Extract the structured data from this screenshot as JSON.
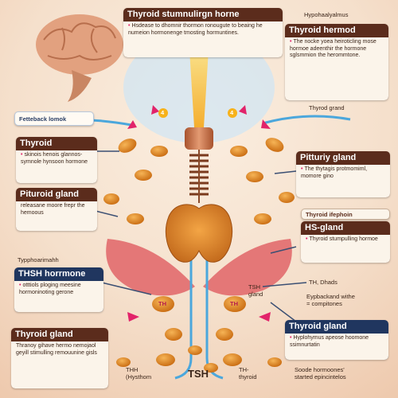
{
  "header": {
    "title": "Thyroid stumnulirgn horne",
    "body": "Hsdease to dhomnir thormon ronougute to beaing he numeion hormonenge tmosting hormuntines."
  },
  "label_hypothalamus": "Hypohaalyalmus",
  "thyroid_hormone_top": {
    "title": "Thyroid hermod",
    "body": "The nocke yoea heiroticling mose hormoe adeenthir the hormone sglsmmion the herommtone."
  },
  "label_feedback_loop": "Fetteback lomok",
  "label_thyroid_grand": "Thyrod grand",
  "thyroid_left": {
    "title": "Thyroid",
    "body": "skinois henois glannos-symnole hynsoon hormone"
  },
  "pituitary_right": {
    "title": "Pitturiy gland",
    "body": "The thytagis protmomiml, momore gino"
  },
  "pituitary_left": {
    "title": "Pituroid gland",
    "body": "releasane moore frepr the hemoous"
  },
  "thyroid_hormone_tag": "Thyroid ifephoin",
  "hs_gland": {
    "title": "HS-gland",
    "body": "Thyroid stumpulling hormoe"
  },
  "label_hypophorm": "Typphoarimahh",
  "thsh_hormone": {
    "title": "THSH horrmone",
    "body": "otttiols ploging meesine hormoninoting gerone"
  },
  "label_th_dhads": "TH, Dhads",
  "label_tsh_gland": "TSH\ngland",
  "label_eypbackand": "Eypbackand withe\n= compitones",
  "thyroid_bottom_left": {
    "title": "Thyroid gland",
    "body": "Thranoy gihave hermo nemojaol geyill stimulling remouunine gisls"
  },
  "thyroid_bottom_right": {
    "title": "Thyroid gland",
    "body": "Hyplohymus apeose hoomone ssimnurtatin"
  },
  "label_th_hysthom": "THH\n(Hysthom",
  "label_tsh_center": "TSH",
  "label_th_thyroid": "TH-\nthyroid",
  "label_soode": "Soode hormoones'\nstarted epincintelos",
  "marks": {
    "th_left": "TH",
    "th_right": "TH",
    "num_a": "4",
    "num_b": "4"
  }
}
